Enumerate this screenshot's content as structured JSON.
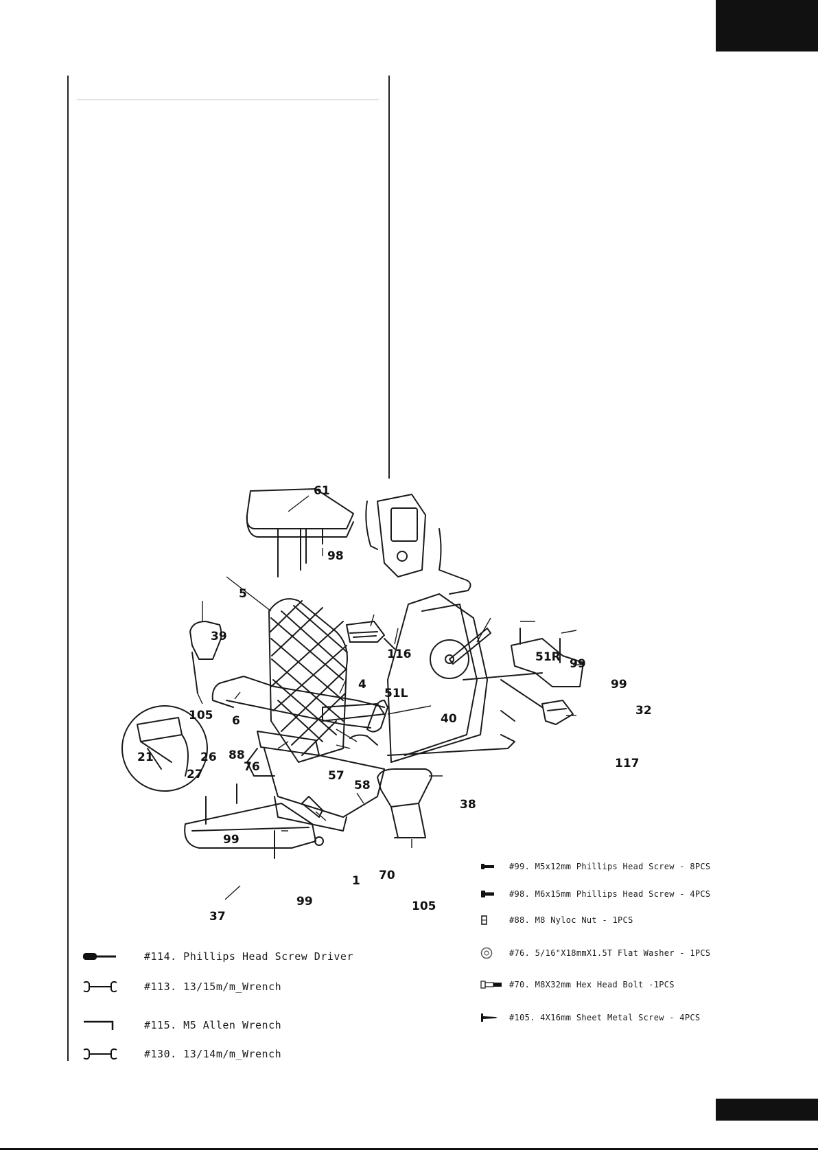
{
  "callouts": {
    "c61": "61",
    "c98": "98",
    "c5": "5",
    "c39": "39",
    "c116": "116",
    "c51r": "51R",
    "c99a": "99",
    "c99b": "99",
    "c32": "32",
    "c51l": "51L",
    "c4": "4",
    "c6": "6",
    "c40": "40",
    "c117": "117",
    "c105a": "105",
    "c21": "21",
    "c26": "26",
    "c27": "27",
    "c88": "88",
    "c76": "76",
    "c57": "57",
    "c58": "58",
    "c38": "38",
    "c99c": "99",
    "c70": "70",
    "c1": "1",
    "c99d": "99",
    "c105b": "105",
    "c37": "37"
  },
  "tools": [
    {
      "icon": "screwdriver-icon",
      "label": "#114. Phillips Head Screw Driver"
    },
    {
      "icon": "wrench-icon",
      "label": "#113. 13/15m/m_Wrench"
    },
    {
      "icon": "allen-wrench-icon",
      "label": "#115. M5   Allen Wrench"
    },
    {
      "icon": "wrench-icon",
      "label": "#130. 13/14m/m_Wrench"
    }
  ],
  "hardware": [
    {
      "icon": "screw-icon",
      "label": "#99. M5x12mm Phillips Head Screw - 8PCS"
    },
    {
      "icon": "screw-icon",
      "label": "#98. M6x15mm Phillips Head Screw - 4PCS"
    },
    {
      "icon": "nut-icon",
      "label": "#88. M8 Nyloc Nut - 1PCS"
    },
    {
      "icon": "washer-icon",
      "label": "#76. 5/16\"X18mmX1.5T Flat Washer - 1PCS"
    },
    {
      "icon": "bolt-icon",
      "label": "#70. M8X32mm Hex Head Bolt -1PCS"
    },
    {
      "icon": "sheet-metal-screw-icon",
      "label": "#105. 4X16mm Sheet Metal Screw - 4PCS"
    }
  ]
}
